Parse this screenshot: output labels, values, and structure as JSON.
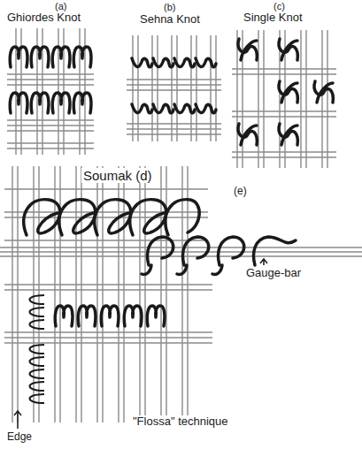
{
  "diagram": {
    "labels": [
      "(a)",
      "Ghiordes Knot",
      "(b)",
      "Sehna Knot",
      "(c)",
      "Single Knot",
      "Soumak (d)",
      "(e)",
      "Gauge-bar",
      "Edge",
      "\"Flossa\" technique"
    ]
  }
}
